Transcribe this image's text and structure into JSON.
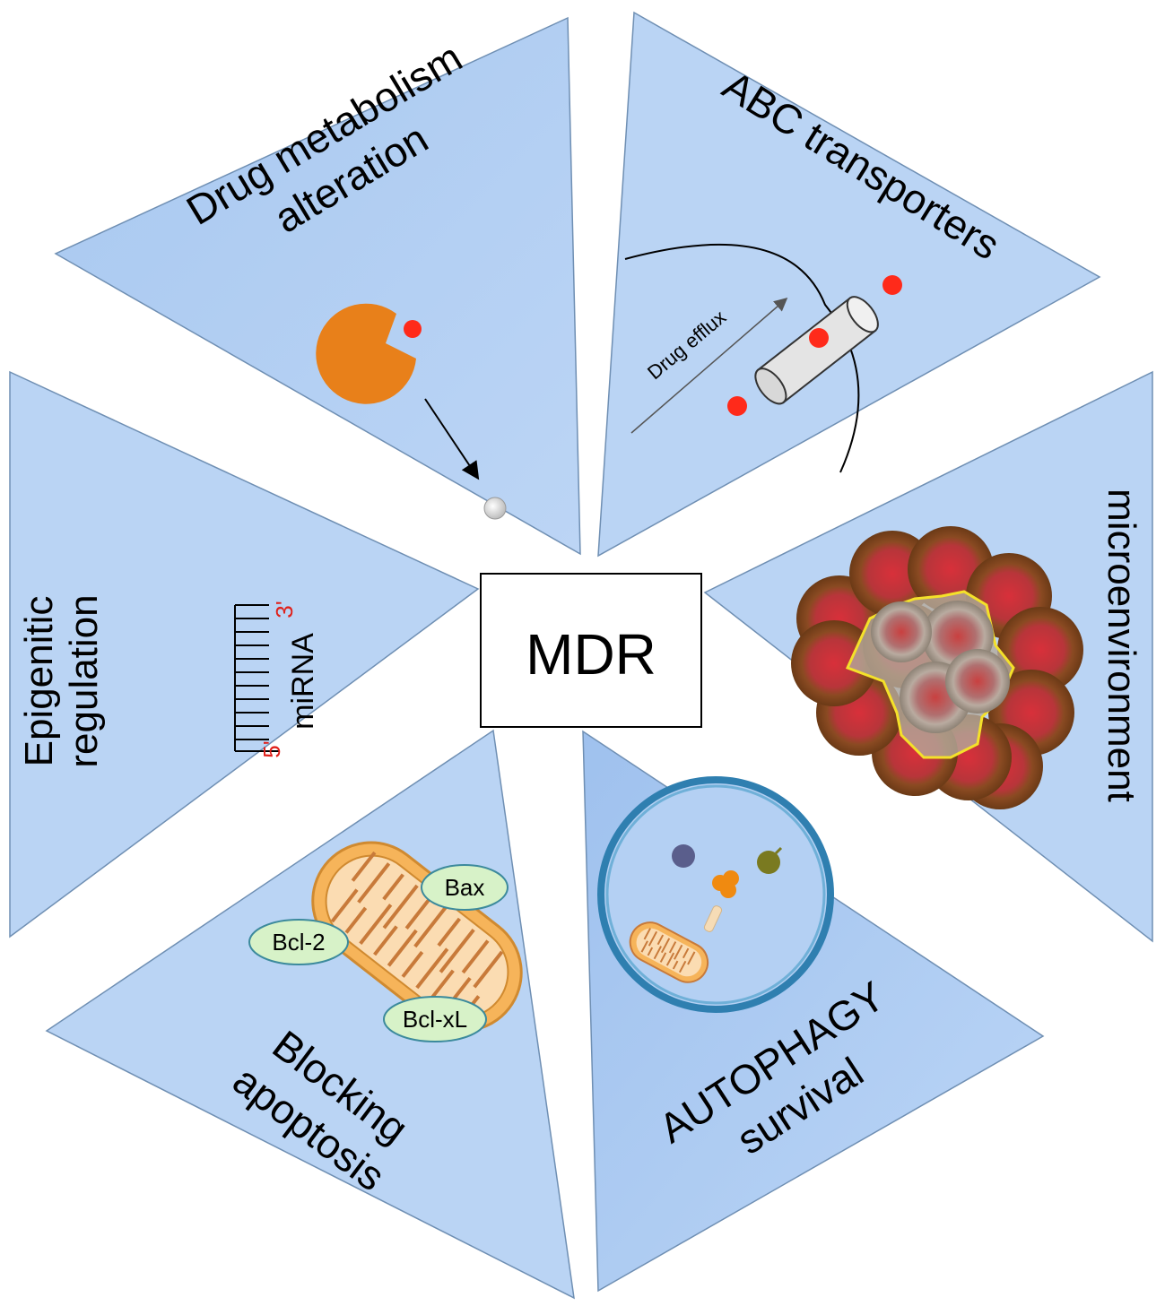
{
  "center_label": "MDR",
  "segments": {
    "drug_metabolism": {
      "line1": "Drug metabolism",
      "line2": "alteration"
    },
    "abc": {
      "title": "ABC transporters",
      "efflux_label": "Drug efflux"
    },
    "microenvironment": {
      "title": "microenvironment"
    },
    "epigenetic": {
      "line1": "Epigenitic",
      "line2": "regulation",
      "mirna_label": "miRNA",
      "five_prime": "5'",
      "three_prime": "3'"
    },
    "apoptosis": {
      "line1": "Blocking",
      "line2": "apoptosis",
      "proteins": [
        "Bax",
        "Bcl-2",
        "Bcl-xL"
      ]
    },
    "autophagy": {
      "line1": "AUTOPHAGY",
      "line2": "survival"
    }
  },
  "colors": {
    "segment_fill": "#b9d4f4",
    "segment_fill_dark": "#a9c8ef",
    "drug_dot": "#ff2a1a",
    "enzyme": "#e8801a",
    "protein_fill": "#d7f2c8"
  }
}
